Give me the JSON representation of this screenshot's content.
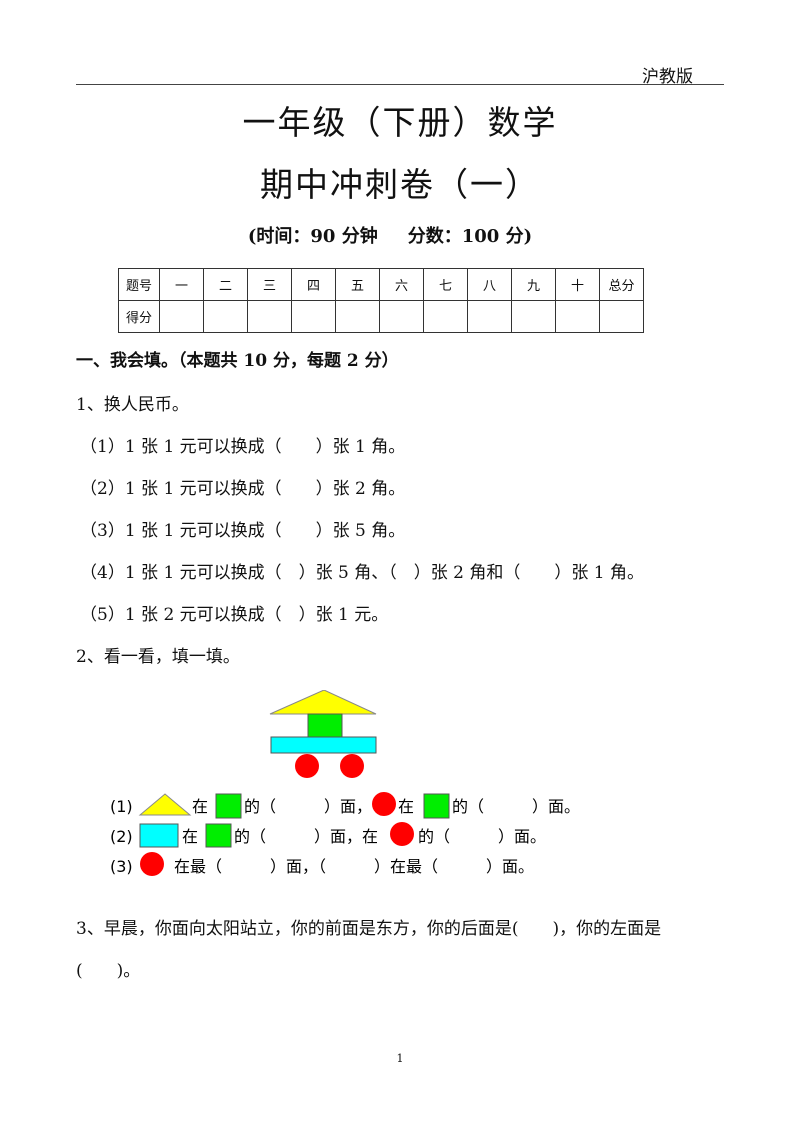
{
  "header": {
    "edition": "沪教版"
  },
  "title": {
    "line1": "一年级（下册）数学",
    "line2": "期中冲刺卷（一）"
  },
  "subtitle": {
    "time": "(时间：90 分钟",
    "score": "分数：100 分)"
  },
  "score_table": {
    "row1": [
      "题号",
      "一",
      "二",
      "三",
      "四",
      "五",
      "六",
      "七",
      "八",
      "九",
      "十",
      "总分"
    ],
    "row2": [
      "得分",
      "",
      "",
      "",
      "",
      "",
      "",
      "",
      "",
      "",
      "",
      ""
    ]
  },
  "section1": {
    "heading": "一、我会填。（本题共 10 分，每题 2 分）"
  },
  "q1": {
    "title": "1、换人民币。",
    "items": [
      "（1）1 张 1 元可以换成（　　）张 1 角。",
      "（2）1 张 1 元可以换成（　　）张 2 角。",
      "（3）1 张 1 元可以换成（　　）张 5 角。",
      "（4）1 张 1 元可以换成（　）张 5 角、（　）张 2 角和（　　）张 1 角。",
      "（5）1 张 2 元可以换成（　）张 1 元。"
    ]
  },
  "q2": {
    "title": "2、看一看，填一填。",
    "fig": {
      "l1_num": "(1)",
      "l1_a": "在",
      "l1_b": "的（　　　）面，",
      "l1_c": "在",
      "l1_d": "的（　　　）面。",
      "l2_num": "(2)",
      "l2_a": "在",
      "l2_b": "的（　　　）面，在",
      "l2_c": "的（　　　）面。",
      "l3_num": "(3)",
      "l3_a": "在最（　　　）面，（　　　）在最（　　　）面。"
    },
    "colors": {
      "triangle": "#ffff00",
      "square": "#00ee00",
      "rectangle": "#00ffff",
      "circle": "#ff0000"
    }
  },
  "q3": {
    "line1": "3、早晨，你面向太阳站立，你的前面是东方，你的后面是(　　)，你的左面是",
    "line2": "(　　)。"
  },
  "footer": {
    "page": "1"
  }
}
